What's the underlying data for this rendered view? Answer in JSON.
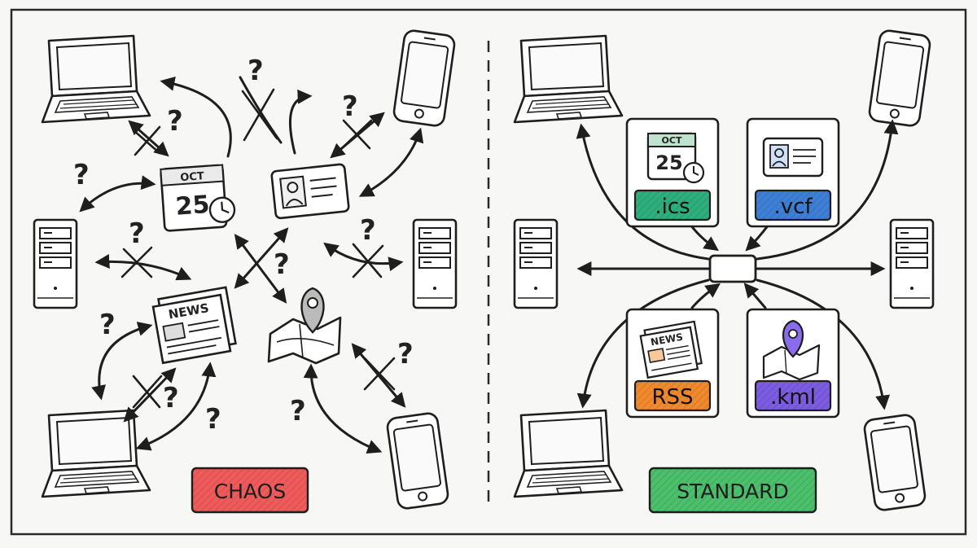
{
  "panels": {
    "chaos": {
      "label": "CHAOS",
      "label_color": "#ef5b5b"
    },
    "standard": {
      "label": "STANDARD",
      "label_color": "#4bbf6b"
    }
  },
  "icons": {
    "calendar_month": "OCT",
    "calendar_day": "25",
    "news_label": "NEWS"
  },
  "formats": [
    {
      "label": ".ics",
      "color": "#2fae7d",
      "icon": "calendar-icon"
    },
    {
      "label": ".vcf",
      "color": "#3e7fd6",
      "icon": "contact-card-icon"
    },
    {
      "label": "RSS",
      "color": "#f0892c",
      "icon": "newspaper-icon"
    },
    {
      "label": ".kml",
      "color": "#7b5ce0",
      "icon": "map-pin-icon"
    }
  ],
  "question_mark": "?"
}
